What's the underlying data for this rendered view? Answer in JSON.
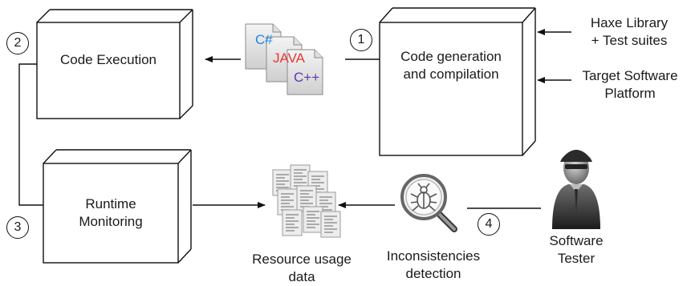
{
  "boxes": {
    "code_execution": "Code Execution",
    "code_generation_line1": "Code generation",
    "code_generation_line2": "and compilation",
    "runtime_monitoring_line1": "Runtime",
    "runtime_monitoring_line2": "Monitoring"
  },
  "inputs": {
    "haxe_line1": "Haxe Library",
    "haxe_line2": "+ Test suites",
    "target_line1": "Target Software",
    "target_line2": "Platform"
  },
  "languages": [
    "C#",
    "JAVA",
    "C++"
  ],
  "language_colors": [
    "#1e88e5",
    "#e53935",
    "#5e35b1"
  ],
  "step_numbers": [
    "1",
    "2",
    "3",
    "4"
  ],
  "labels": {
    "resource_line1": "Resource usage",
    "resource_line2": "data",
    "inconsistencies_line1": "Inconsistencies",
    "inconsistencies_line2": "detection",
    "tester_line1": "Software",
    "tester_line2": "Tester"
  },
  "icons": {
    "documents": "document-stack-icon",
    "code_files": "code-file-icon",
    "bug_search": "bug-magnifier-icon",
    "person": "software-tester-icon"
  }
}
